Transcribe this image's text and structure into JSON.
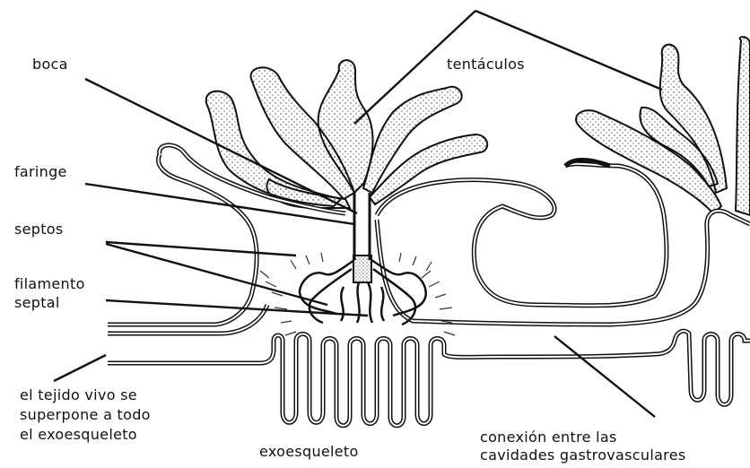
{
  "labels": {
    "boca": "boca",
    "tentaculos": "tentáculos",
    "faringe": "faringe",
    "septos": "septos",
    "filamento_1": "filamento",
    "filamento_2": "septal",
    "tejido_1": "el tejido vivo se",
    "tejido_2": "superpone a todo",
    "tejido_3": "el exoesqueleto",
    "exoesqueleto": "exoesqueleto",
    "conexion_1": "conexión entre las",
    "conexion_2": "cavidades gastrovasculares"
  }
}
